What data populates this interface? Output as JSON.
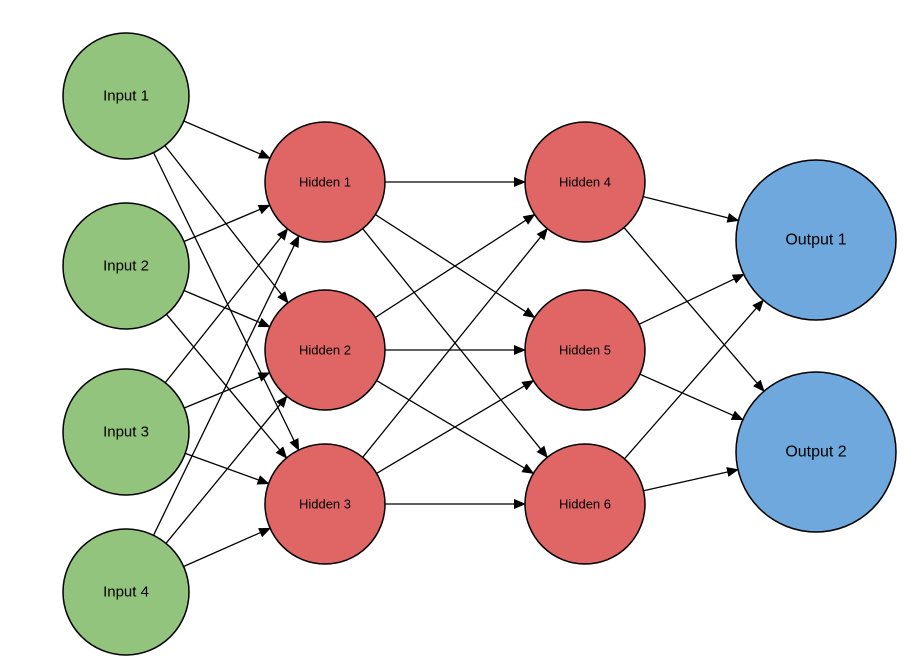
{
  "colors": {
    "input_fill": "#93c47d",
    "hidden_fill": "#e06666",
    "output_fill": "#6fa8dc",
    "stroke": "#000000",
    "background": "#ffffff"
  },
  "layers": [
    {
      "name": "input",
      "nodes": [
        {
          "id": "input-1",
          "label": "Input 1"
        },
        {
          "id": "input-2",
          "label": "Input 2"
        },
        {
          "id": "input-3",
          "label": "Input 3"
        },
        {
          "id": "input-4",
          "label": "Input 4"
        }
      ]
    },
    {
      "name": "hidden-a",
      "nodes": [
        {
          "id": "hidden-1",
          "label": "Hidden 1"
        },
        {
          "id": "hidden-2",
          "label": "Hidden 2"
        },
        {
          "id": "hidden-3",
          "label": "Hidden 3"
        }
      ]
    },
    {
      "name": "hidden-b",
      "nodes": [
        {
          "id": "hidden-4",
          "label": "Hidden 4"
        },
        {
          "id": "hidden-5",
          "label": "Hidden 5"
        },
        {
          "id": "hidden-6",
          "label": "Hidden 6"
        }
      ]
    },
    {
      "name": "output",
      "nodes": [
        {
          "id": "output-1",
          "label": "Output 1"
        },
        {
          "id": "output-2",
          "label": "Output 2"
        }
      ]
    }
  ],
  "connections": "fully-connected-between-adjacent-layers"
}
